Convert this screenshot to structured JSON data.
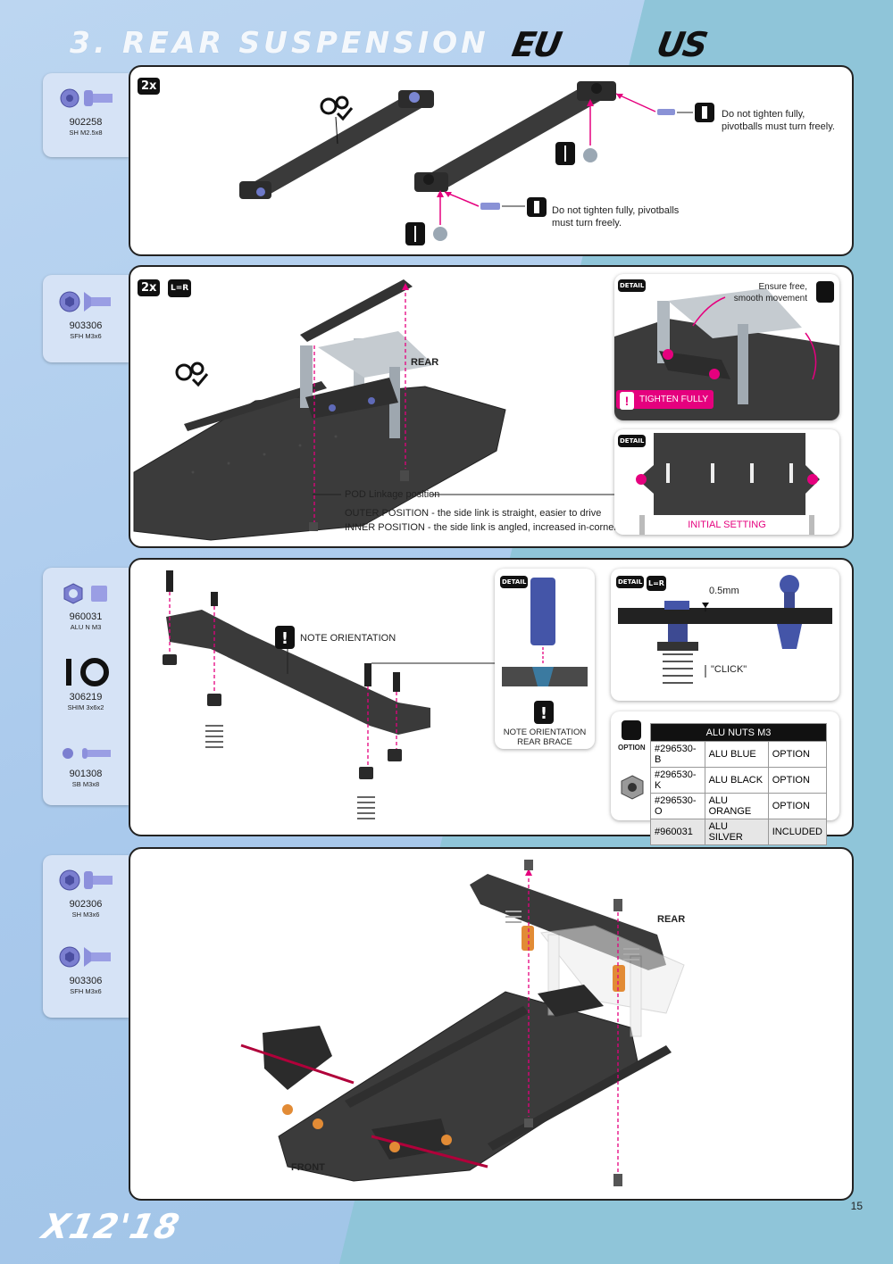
{
  "header": {
    "title": "3. REAR SUSPENSION",
    "logo_eu": "EU",
    "logo_us": "US"
  },
  "step1": {
    "parts": [
      {
        "number": "902258",
        "desc": "SH M2.5x8"
      }
    ],
    "multiplier": "2x",
    "note_top": [
      "Do not tighten fully,",
      "pivotballs must turn freely."
    ],
    "note_bottom": [
      "Do not tighten fully, pivotballs",
      "must turn freely."
    ]
  },
  "step2": {
    "parts": [
      {
        "number": "903306",
        "desc": "SFH M3x6"
      }
    ],
    "multiplier": "2x",
    "lr_label": "L=R",
    "rear_label": "REAR",
    "detail_label": "DETAIL",
    "detail1_note": [
      "Ensure free,",
      "smooth movement"
    ],
    "tighten_label": "TIGHTEN FULLY",
    "initial_setting": "INITIAL SETTING",
    "pod_label": "POD Linkage position",
    "outer_position": "OUTER POSITION - the side link is straight, easier to drive",
    "inner_position": "INNER POSITION - the side link is angled, increased in-corner steering"
  },
  "step3": {
    "parts": [
      {
        "number": "960031",
        "desc": "ALU N M3"
      },
      {
        "number": "306219",
        "desc": "SHIM 3x6x2"
      },
      {
        "number": "901308",
        "desc": "SB M3x8"
      }
    ],
    "note_orientation": "NOTE ORIENTATION",
    "detail_label": "DETAIL",
    "detail_note": [
      "NOTE ORIENTATION",
      "REAR BRACE"
    ],
    "lr_label": "L=R",
    "gap_label": "0.5mm",
    "click_label": "\"CLICK\"",
    "option_label": "OPTION",
    "option_table": {
      "title": "ALU NUTS M3",
      "rows": [
        [
          "#296530-B",
          "ALU BLUE",
          "OPTION"
        ],
        [
          "#296530-K",
          "ALU BLACK",
          "OPTION"
        ],
        [
          "#296530-O",
          "ALU ORANGE",
          "OPTION"
        ],
        [
          "#960031",
          "ALU SILVER",
          "INCLUDED"
        ]
      ]
    }
  },
  "step4": {
    "parts": [
      {
        "number": "902306",
        "desc": "SH M3x6"
      },
      {
        "number": "903306",
        "desc": "SFH M3x6"
      }
    ],
    "rear_label": "REAR",
    "front_label": "FRONT"
  },
  "footer": {
    "logo": "X12'18",
    "page_number": "15"
  }
}
